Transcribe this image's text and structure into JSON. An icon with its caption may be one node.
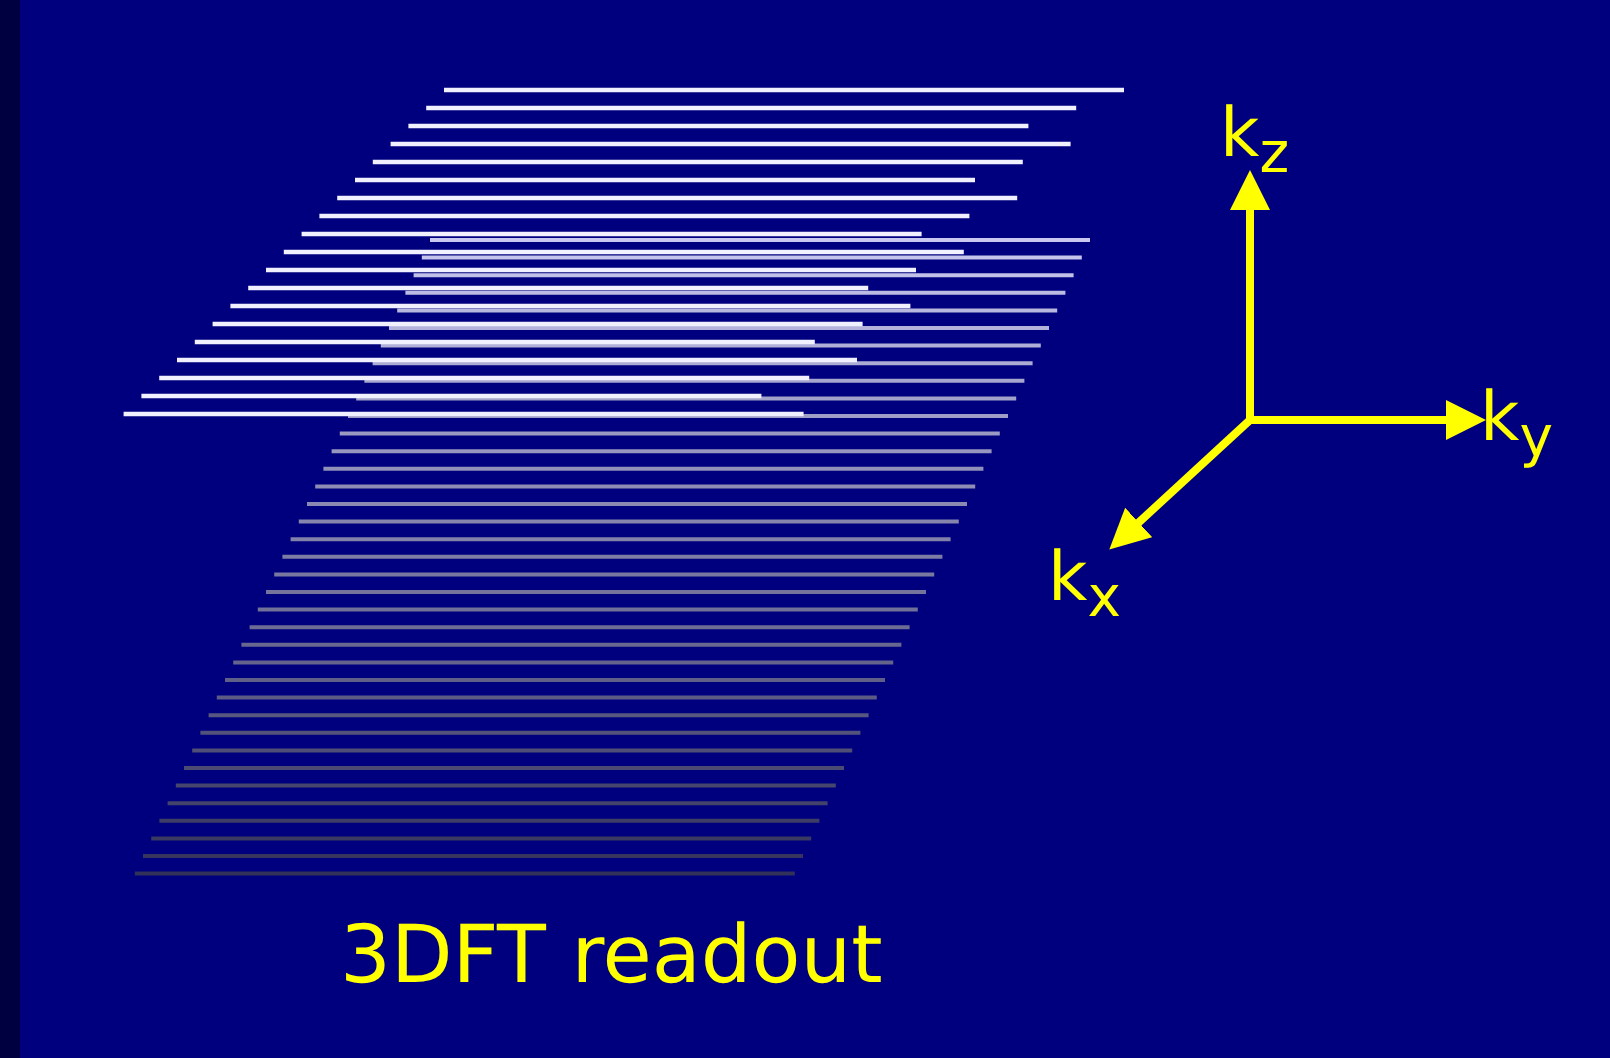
{
  "diagram": {
    "labels": [
      "k$_{z}$",
      "k$_{y}$",
      "k$_{x}$",
      "3DFT readout"
    ]
  }
}
